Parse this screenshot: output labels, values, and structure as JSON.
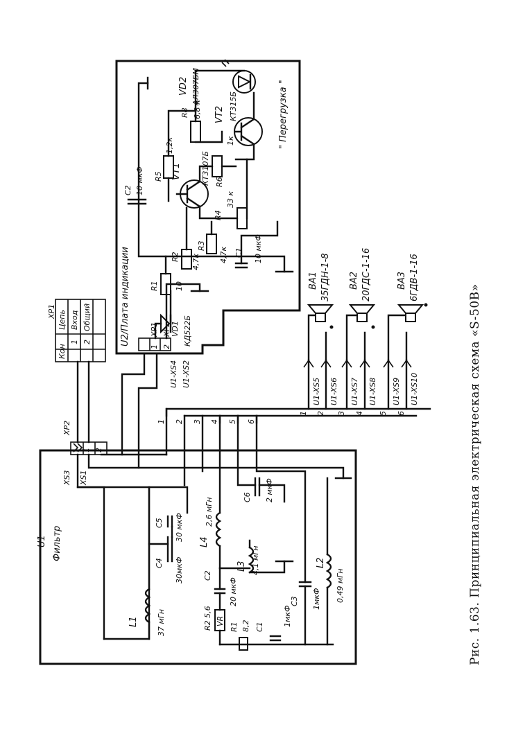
{
  "caption": "Рис. 1.63. Принципиальная электрическая схема «S-50B»",
  "blocks": {
    "u1_ref": "U1",
    "u1_name": "Фильтр",
    "u2_name": "U2/Плата индикации",
    "overload": "\" Перегрузка \""
  },
  "connector_xp1": {
    "ref": "XP1",
    "header_pin": "Кон",
    "header_circuit": "Цепь",
    "rows": [
      {
        "pin": "1",
        "circuit": "Вход"
      },
      {
        "pin": "2",
        "circuit": "Общий"
      }
    ]
  },
  "connectors": {
    "xp2": "XP2",
    "xs3": "XS3",
    "xs1": "XS1",
    "xp2_pin1": "1",
    "xp2_pin2": "2",
    "xp1_u2": "XP1",
    "xp2_u2": "XP2",
    "u2_pin1": "1",
    "u2_pin2": "2",
    "u1_xs4": "U1-XS4",
    "u1_xs2": "U1-XS2"
  },
  "bus_numbers": [
    "1",
    "2",
    "3",
    "4",
    "5",
    "6"
  ],
  "speaker_jacks": [
    {
      "num": "1",
      "label": "U1-XS5"
    },
    {
      "num": "2",
      "label": "U1-XS6"
    },
    {
      "num": "3",
      "label": "U1-XS7"
    },
    {
      "num": "4",
      "label": "U1-XS8"
    },
    {
      "num": "5",
      "label": "U1-XS9"
    },
    {
      "num": "6",
      "label": "U1-XS10"
    }
  ],
  "speakers": [
    {
      "ref": "BA1",
      "type": "35ГДН-1-8"
    },
    {
      "ref": "BA2",
      "type": "20ГДС-1-16"
    },
    {
      "ref": "BA3",
      "type": "6ГДВ-1-16"
    }
  ],
  "filter_components": {
    "l1": "L1",
    "l1_val": "37 мГн",
    "c4": "C4",
    "c4_val": "30мкФ",
    "c5": "C5",
    "c5_val": "30 мкФ",
    "r2": "R2 5,6",
    "r2_vr": "VR",
    "c2": "C2",
    "c2_val": "20 мкФ",
    "r1": "R1",
    "r1_val": "8,2",
    "c1": "C1",
    "c1_val": "1мкФ",
    "l4": "L4",
    "l4_val": "2,6 мГн",
    "l3": "L3",
    "l3_val": "4,1 мГн",
    "c6": "C6",
    "c6_val": "2 мкФ",
    "c3": "C3",
    "c3_val": "1мкФ",
    "l2": "L2",
    "l2_val": "0,49 мГн"
  },
  "indicator_components": {
    "c2": "C2",
    "c2_val": "10 мкФ",
    "r5": "R5",
    "r5_val": "1,2к",
    "vt1": "VT1",
    "vt1_type": "КТ3107Б",
    "r8": "R8",
    "r8_val": "6,8 к",
    "r6": "R6",
    "r6_val": "1к",
    "vt2": "VT2",
    "vt2_type": "КТ315Б",
    "vd2": "VD2",
    "vd2_type": "АЛ307БМ",
    "r4": "R4",
    "r4_val": "33 к",
    "r2": "R2",
    "r2_val": "4,7к",
    "r3": "R3",
    "r3_val": "4,7к",
    "c1": "C1",
    "c1_val": "10 мкФ",
    "r1": "R1",
    "r1_val": "10",
    "vd1": "VD1",
    "vd1_type": "КД522Б"
  }
}
